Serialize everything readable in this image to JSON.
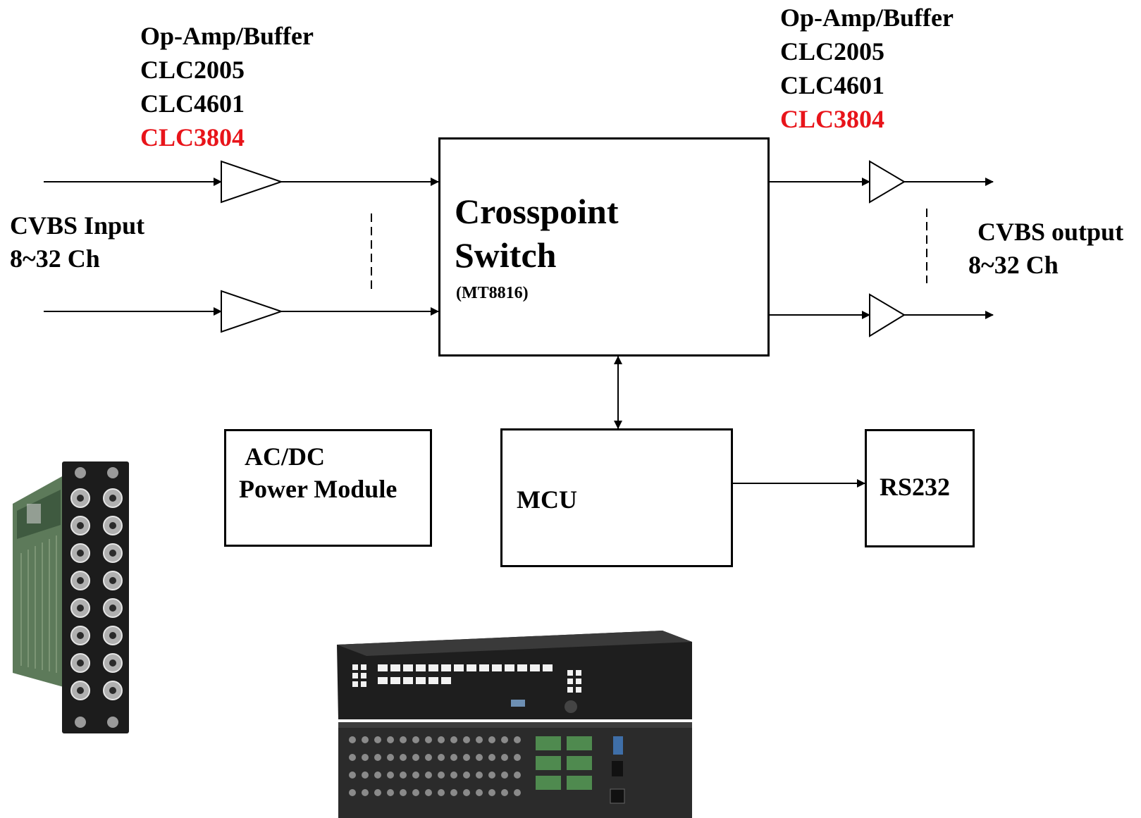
{
  "input_buffer": {
    "title": "Op-Amp/Buffer",
    "parts": [
      "CLC2005",
      "CLC4601",
      "CLC3804"
    ],
    "highlight_color": "#e8141a"
  },
  "output_buffer": {
    "title": "Op-Amp/Buffer",
    "parts": [
      "CLC2005",
      "CLC4601",
      "CLC3804"
    ],
    "highlight_color": "#e8141a"
  },
  "input": {
    "line1": "CVBS Input",
    "line2": "8~32 Ch"
  },
  "output": {
    "line1": "CVBS output",
    "line2": "8~32 Ch"
  },
  "crosspoint": {
    "line1": "Crosspoint",
    "line2": "Switch",
    "part": "(MT8816)"
  },
  "power": {
    "line1": "AC/DC",
    "line2": "Power Module"
  },
  "mcu": {
    "label": "MCU"
  },
  "rs232": {
    "label": "RS232"
  }
}
